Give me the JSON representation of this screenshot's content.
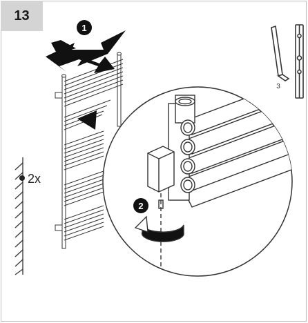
{
  "step_number": "13",
  "callout_1": "1",
  "callout_2": "2",
  "quantity_label": "2x",
  "tool_size": "3",
  "colors": {
    "badge_bg": "#d4d4d4",
    "line": "#333333",
    "fill": "#ffffff",
    "callout": "#111111"
  }
}
